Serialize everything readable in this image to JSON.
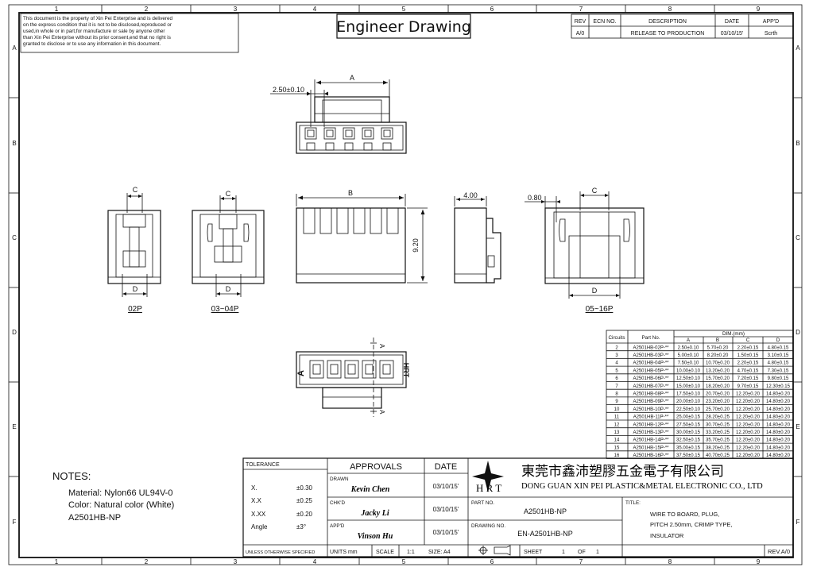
{
  "zone_columns": [
    "1",
    "2",
    "3",
    "4",
    "5",
    "6",
    "7",
    "8",
    "9"
  ],
  "zone_rows": [
    "A",
    "B",
    "C",
    "D",
    "E",
    "F"
  ],
  "notice": [
    "This document is the property of Xin Pei Enterprise and is delivered",
    "on the express condition that it is not to be disclosed,reproduced or",
    "used,in whole or in part,for manufacture or sale by anyone other",
    "than Xin Pei Enterprise without its prior consent,end that no right is",
    "granted to disclose or to use any information in this document."
  ],
  "drawing_title": "Engineer Drawing",
  "revision_block": {
    "headers": [
      "REV",
      "ECN NO.",
      "DESCRIPTION",
      "DATE",
      "APP'D"
    ],
    "row": [
      "A/0",
      "",
      "RELEASE TO PRODUCTION",
      "03/10/15'",
      "Scrth"
    ]
  },
  "dims": {
    "pitch": "2.50±0.10",
    "a": "A",
    "b": "B",
    "c": "C",
    "d": "D",
    "side_width": "4.00",
    "height": "9.20",
    "rib": "0.80",
    "section": "A",
    "mark_a": "A",
    "mark_hrt": "HRT"
  },
  "view_labels": {
    "p02": "02P",
    "p0304": "03~04P",
    "p0516": "05~16P"
  },
  "dim_table": {
    "group_header": "DIM.(mm)",
    "col_circuits": "Circuits",
    "col_part": "Part No.",
    "cols": [
      "A",
      "B",
      "C",
      "D"
    ],
    "rows": [
      [
        "2",
        "A2501HB-02P-**",
        "2.50±0.10",
        "5.70±0.20",
        "2.20±0.15",
        "4.80±0.15"
      ],
      [
        "3",
        "A2501HB-03P-**",
        "5.00±0.10",
        "8.20±0.20",
        "1.50±0.15",
        "3.10±0.15"
      ],
      [
        "4",
        "A2501HB-04P-**",
        "7.50±0.10",
        "10.70±0.20",
        "2.20±0.15",
        "4.80±0.15"
      ],
      [
        "5",
        "A2501HB-05P-**",
        "10.00±0.10",
        "13.20±0.20",
        "4.70±0.15",
        "7.30±0.15"
      ],
      [
        "6",
        "A2501HB-06P-**",
        "12.50±0.10",
        "15.70±0.20",
        "7.20±0.15",
        "9.80±0.15"
      ],
      [
        "7",
        "A2501HB-07P-**",
        "15.00±0.10",
        "18.20±0.20",
        "9.70±0.15",
        "12.30±0.15"
      ],
      [
        "8",
        "A2501HB-08P-**",
        "17.50±0.10",
        "20.70±0.20",
        "12.20±0.20",
        "14.80±0.20"
      ],
      [
        "9",
        "A2501HB-09P-**",
        "20.00±0.10",
        "23.20±0.20",
        "12.20±0.20",
        "14.80±0.20"
      ],
      [
        "10",
        "A2501HB-10P-**",
        "22.50±0.10",
        "25.70±0.20",
        "12.20±0.20",
        "14.80±0.20"
      ],
      [
        "11",
        "A2501HB-11P-**",
        "25.00±0.15",
        "28.20±0.25",
        "12.20±0.20",
        "14.80±0.20"
      ],
      [
        "12",
        "A2501HB-12P-**",
        "27.50±0.15",
        "30.70±0.25",
        "12.20±0.20",
        "14.80±0.20"
      ],
      [
        "13",
        "A2501HB-13P-**",
        "30.00±0.15",
        "33.20±0.25",
        "12.20±0.20",
        "14.80±0.20"
      ],
      [
        "14",
        "A2501HB-14P-**",
        "32.50±0.15",
        "35.70±0.25",
        "12.20±0.20",
        "14.80±0.20"
      ],
      [
        "15",
        "A2501HB-15P-**",
        "35.00±0.15",
        "38.20±0.25",
        "12.20±0.20",
        "14.80±0.20"
      ],
      [
        "16",
        "A2501HB-16P-**",
        "37.50±0.15",
        "40.70±0.25",
        "12.20±0.20",
        "14.80±0.20"
      ]
    ]
  },
  "notes": {
    "heading": "NOTES:",
    "lines": [
      "Material: Nylon66 UL94V-0",
      "Color: Natural color (White)",
      "A2501HB-NP"
    ]
  },
  "tolerance": {
    "header": "TOLERANCE",
    "rows": [
      [
        "X.",
        "±0.30"
      ],
      [
        "X.X",
        "±0.25"
      ],
      [
        "X.XX",
        "±0.20"
      ],
      [
        "Angle",
        "±3°"
      ]
    ],
    "footer": "UNLESS OTHERWISE SPECIFIED"
  },
  "approvals": {
    "header": "APPROVALS",
    "date_header": "DATE",
    "rows": [
      {
        "role": "DRAWN",
        "name": "Kevin Chen",
        "date": "03/10/15'"
      },
      {
        "role": "CHK'D",
        "name": "Jacky Li",
        "date": "03/10/15'"
      },
      {
        "role": "APP'D",
        "name": "Vinson Hu",
        "date": "03/10/15'"
      }
    ],
    "units": "UNITS mm",
    "scale_label": "SCALE",
    "scale": "1:1",
    "size": "SIZE: A4"
  },
  "company": {
    "logo_letters": "H R T",
    "name_cn": "東莞市鑫沛塑膠五金電子有限公司",
    "name_en": "DONG GUAN XIN PEI PLASTIC&METAL ELECTRONIC CO., LTD"
  },
  "part": {
    "part_label": "PART NO.",
    "part_no": "A2501HB-NP",
    "drawing_label": "DRAWING NO.",
    "drawing_no": "EN-A2501HB-NP",
    "sheet_label": "SHEET",
    "sheet": "1",
    "of_label": "OF",
    "of": "1",
    "title_label": "TITLE:",
    "title_lines": [
      "WIRE TO BOARD, PLUG,",
      "PITCH 2.50mm, CRIMP TYPE,",
      "INSULATOR"
    ],
    "rev": "REV.A/0"
  }
}
